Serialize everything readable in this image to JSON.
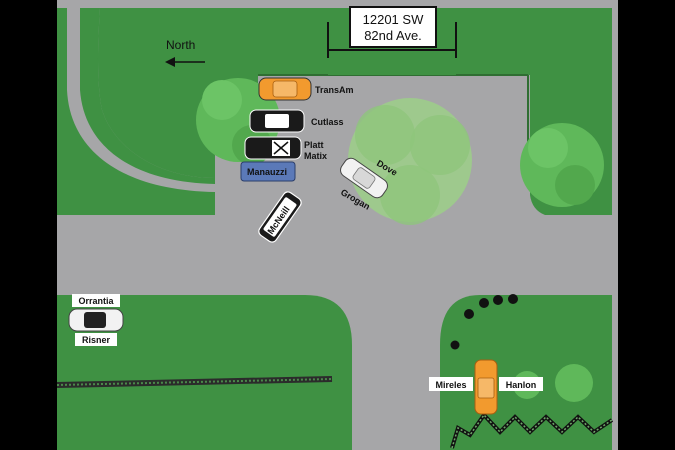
{
  "address_sign": {
    "line1": "12201 SW",
    "line2": "82nd Ave."
  },
  "compass": {
    "label": "North",
    "arrow_direction": "left"
  },
  "colors": {
    "grass": "#3f9143",
    "grass_dark": "#2f6e32",
    "road": "#a6a6a8",
    "tree": "#5fb85a",
    "tree_light": "#9ccf88",
    "car_orange": "#f29a2e",
    "car_black": "#1a1a1a",
    "car_white": "#f2f2f2",
    "car_blue": "#5b79b8"
  },
  "vehicles": [
    {
      "id": "transam",
      "label": "TransAm",
      "color": "orange"
    },
    {
      "id": "cutlass",
      "label": "Cutlass",
      "color": "black"
    },
    {
      "id": "platt-matix",
      "label": "Platt Matix",
      "label_line1": "Platt",
      "label_line2": "Matix",
      "color": "black"
    },
    {
      "id": "manauzzi",
      "label": "Manauzzi",
      "color": "blue"
    },
    {
      "id": "dove-grogan",
      "label_top": "Dove",
      "label_bottom": "Grogan",
      "color": "white"
    },
    {
      "id": "mcneill",
      "label": "McNeill",
      "color": "black"
    },
    {
      "id": "orrantia-risner",
      "label_top": "Orrantia",
      "label_bottom": "Risner",
      "color": "white"
    },
    {
      "id": "mireles-hanlon",
      "label_left": "Mireles",
      "label_right": "Hanlon",
      "color": "orange"
    }
  ]
}
